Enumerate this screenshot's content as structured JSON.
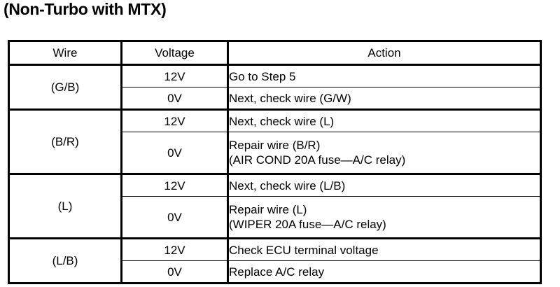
{
  "title": "(Non-Turbo with MTX)",
  "table": {
    "headers": {
      "wire": "Wire",
      "voltage": "Voltage",
      "action": "Action"
    },
    "groups": [
      {
        "wire": "(G/B)",
        "rows": [
          {
            "voltage": "12V",
            "action_lines": [
              "Go to Step 5"
            ]
          },
          {
            "voltage": "0V",
            "action_lines": [
              "Next, check wire (G/W)"
            ]
          }
        ]
      },
      {
        "wire": "(B/R)",
        "rows": [
          {
            "voltage": "12V",
            "action_lines": [
              "Next, check wire (L)"
            ]
          },
          {
            "voltage": "0V",
            "action_lines": [
              "Repair wire (B/R)",
              "(AIR COND 20A fuse—A/C relay)"
            ]
          }
        ]
      },
      {
        "wire": "(L)",
        "rows": [
          {
            "voltage": "12V",
            "action_lines": [
              "Next, check wire (L/B)"
            ]
          },
          {
            "voltage": "0V",
            "action_lines": [
              "Repair wire (L)",
              "(WIPER 20A fuse—A/C relay)"
            ]
          }
        ]
      },
      {
        "wire": "(L/B)",
        "rows": [
          {
            "voltage": "12V",
            "action_lines": [
              "Check ECU terminal voltage"
            ]
          },
          {
            "voltage": "0V",
            "action_lines": [
              "Replace A/C relay"
            ]
          }
        ]
      }
    ]
  },
  "colors": {
    "ink": "#000000",
    "paper": "#ffffff"
  }
}
